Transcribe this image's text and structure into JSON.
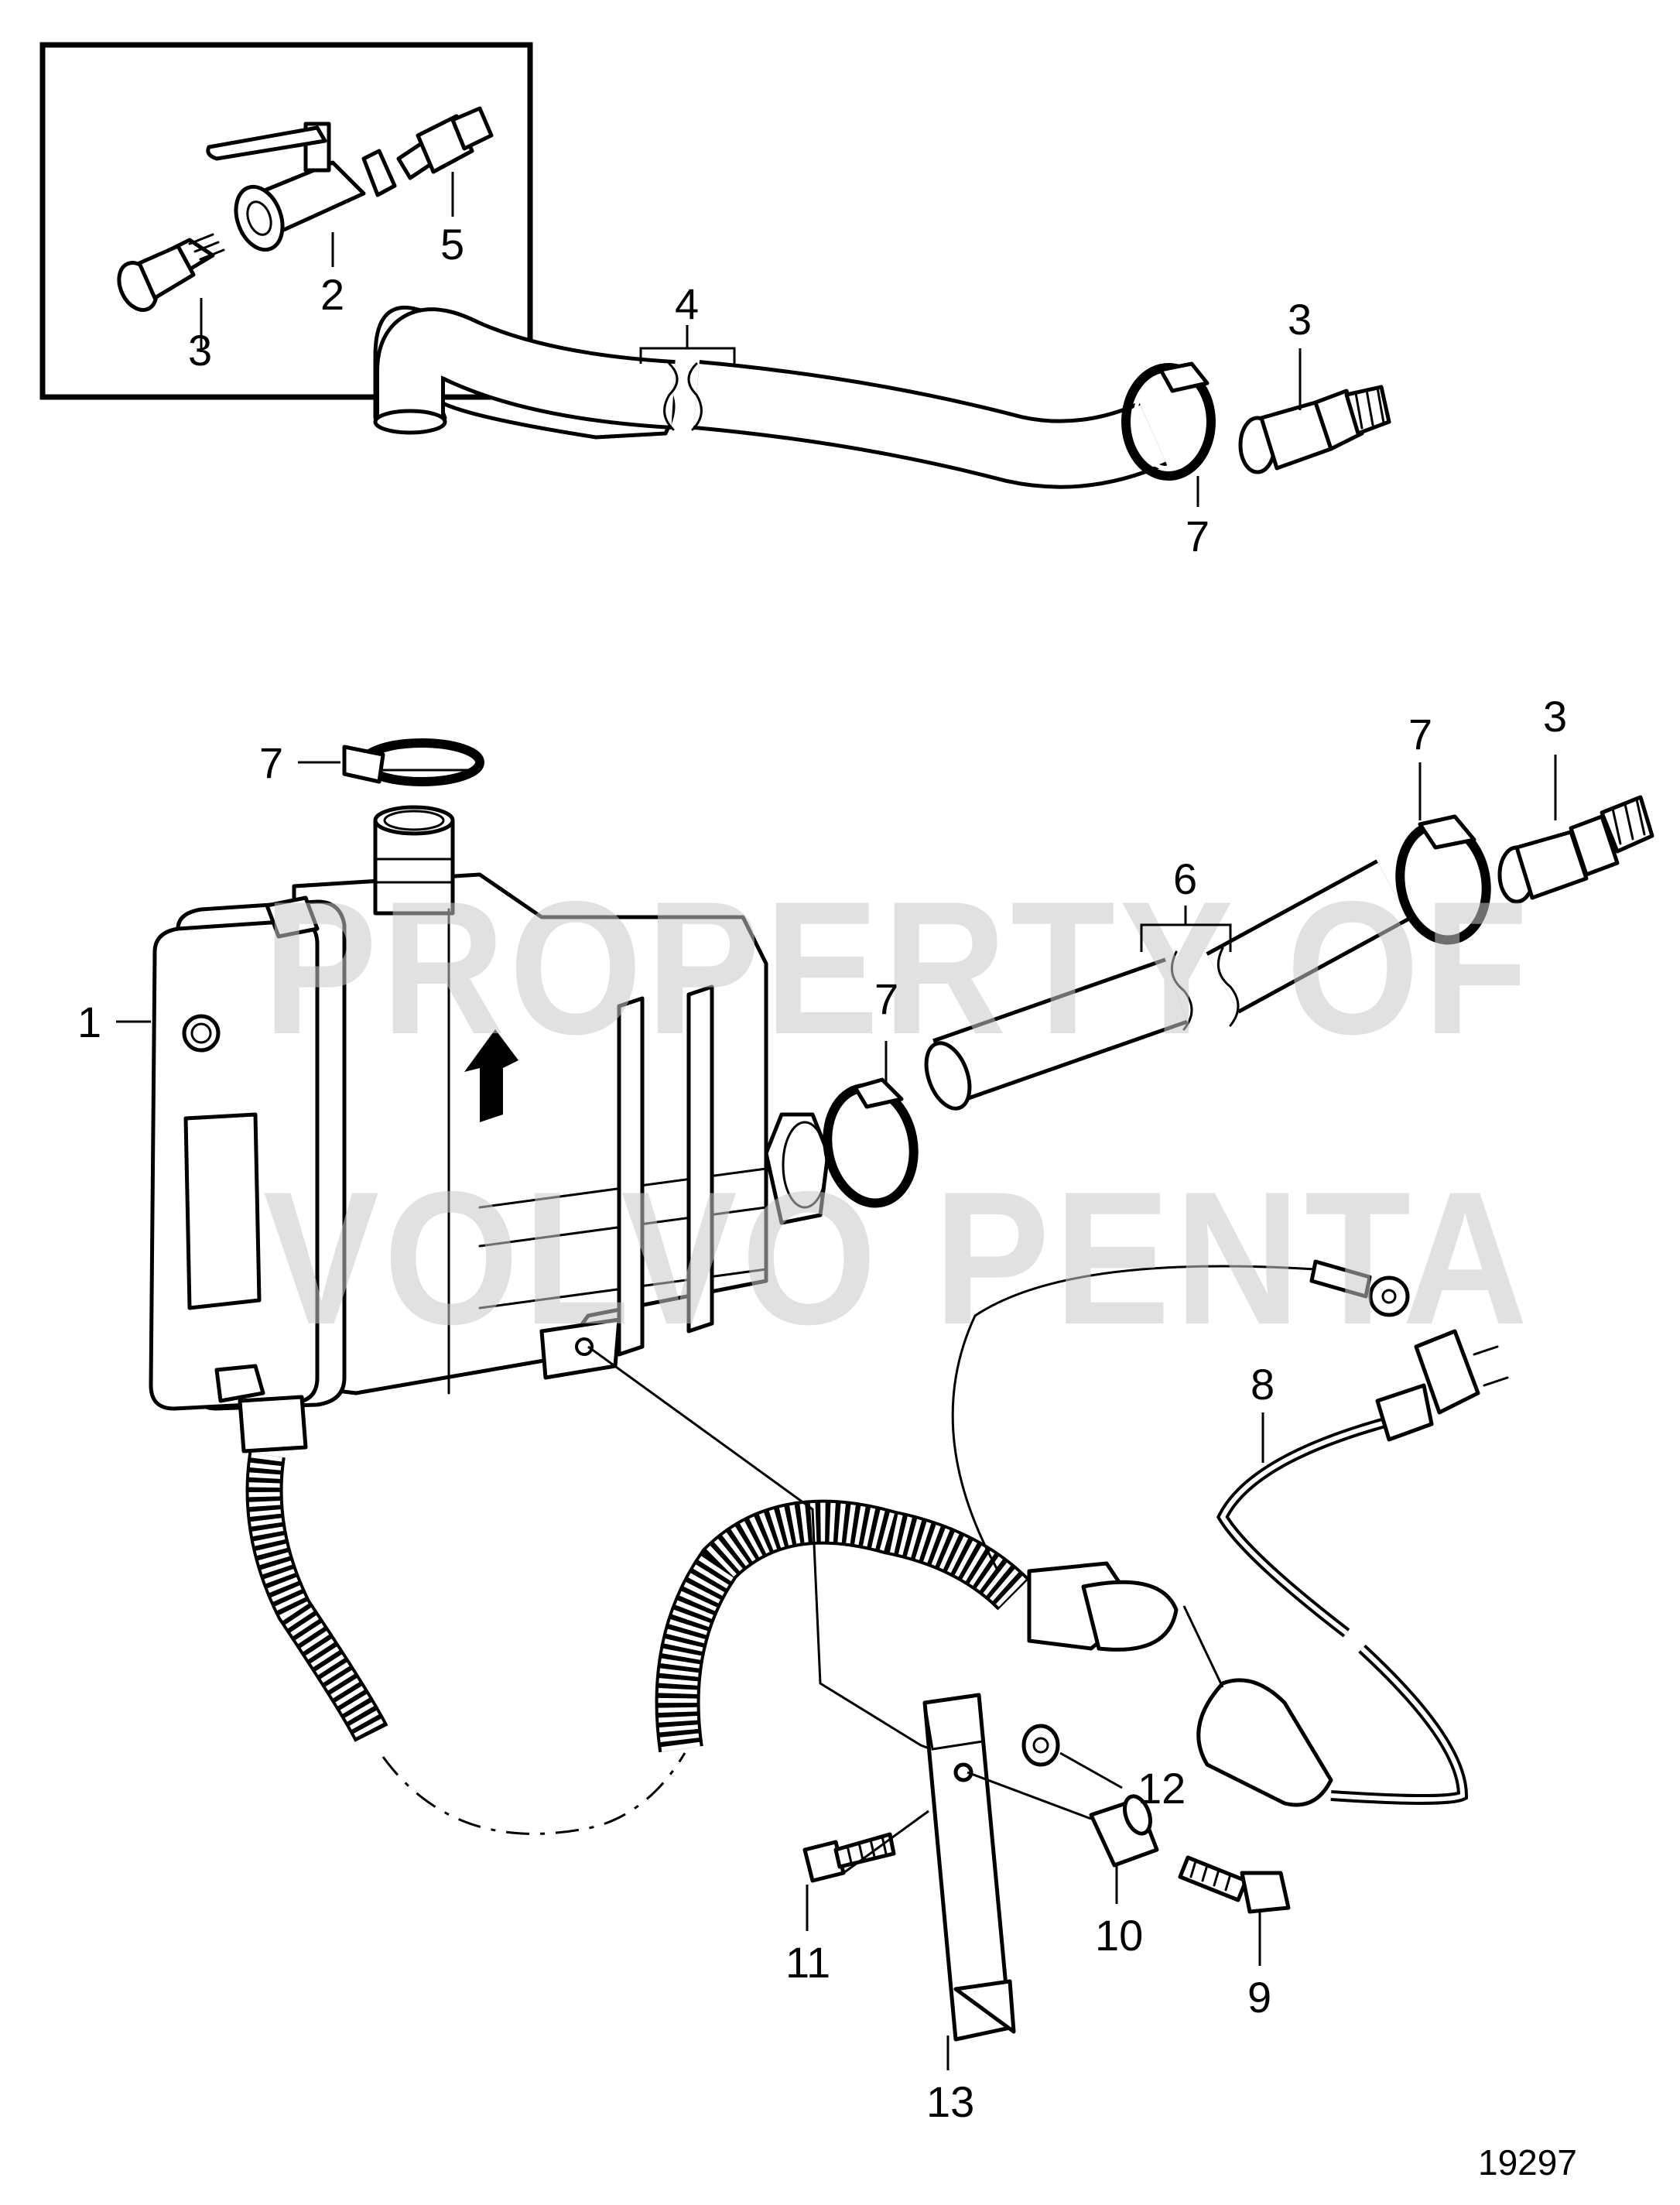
{
  "watermark": {
    "line1": "PROPERTY OF",
    "line2": "VOLVO PENTA"
  },
  "callouts": {
    "inset_3": "3",
    "inset_2": "2",
    "inset_5": "5",
    "hose_upper_4": "4",
    "nipple_upper_3": "3",
    "clamp_upper_right_7": "7",
    "clamp_top_left_7": "7",
    "hose_lower_6": "6",
    "clamp_lower_right_7": "7",
    "nipple_lower_3": "3",
    "clamp_mid_7": "7",
    "heater_1": "1",
    "cable_8": "8",
    "bolt_9": "9",
    "spacer_10": "10",
    "bolt_11": "11",
    "nut_12": "12",
    "bracket_13": "13"
  },
  "document_number": "19297"
}
